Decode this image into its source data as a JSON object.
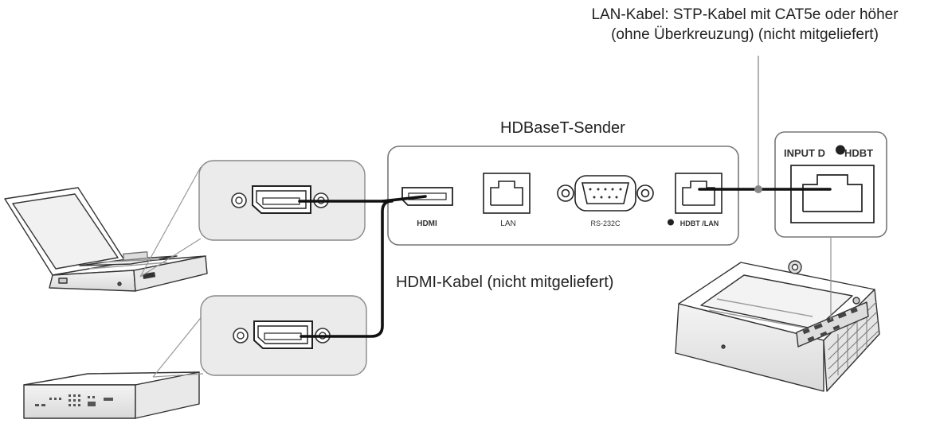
{
  "labels": {
    "lan_cable_line1": "LAN-Kabel: STP-Kabel mit CAT5e oder höher",
    "lan_cable_line2": "(ohne Überkreuzung) (nicht mitgeliefert)",
    "hdbaset_sender": "HDBaseT-Sender",
    "hdmi_cable": "HDMI-Kabel (nicht mitgeliefert)"
  },
  "ports": {
    "hdmi": "HDMI",
    "lan": "LAN",
    "rs232c": "RS-232C",
    "hdbt_lan": "HDBT /LAN",
    "input_d": "INPUT D",
    "hdbt": "HDBT"
  }
}
